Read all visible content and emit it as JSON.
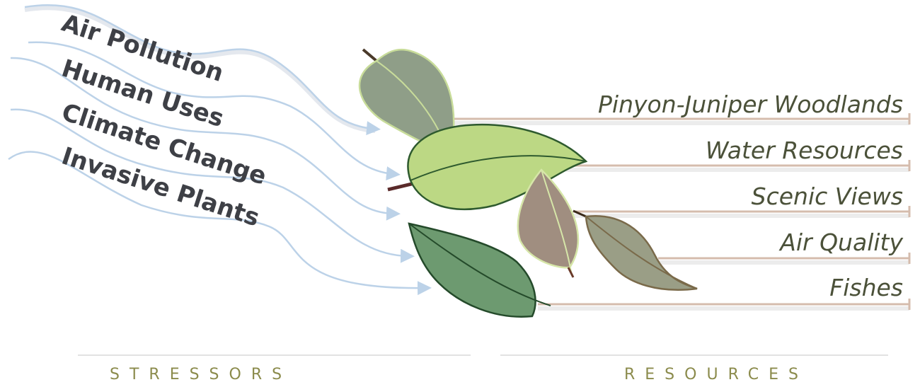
{
  "stressors": {
    "heading": "STRESSORS",
    "items": [
      "Air Pollution",
      "Human Uses",
      "Climate Change",
      "Invasive Plants"
    ]
  },
  "resources": {
    "heading": "RESOURCES",
    "items": [
      "Pinyon-Juniper Woodlands",
      "Water Resources",
      "Scenic Views",
      "Air Quality",
      "Fishes"
    ]
  },
  "colors": {
    "stressor_text": "#3e4046",
    "resource_text": "#4b5139",
    "footer_text": "#8b8b4c",
    "arrow": "#bcd2e8",
    "resource_line": "#d5bcad"
  }
}
